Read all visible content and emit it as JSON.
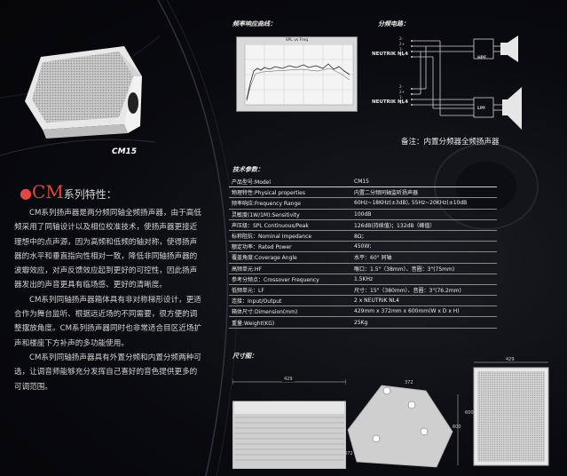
{
  "product_model": "CM15",
  "sections": {
    "freq_response": "频率响应曲线：",
    "crossover": "分频电路：",
    "specs": "技术参数：",
    "dimensions": "尺寸图："
  },
  "freq_chart_title": "SPL vs Freq",
  "crossover_labels": {
    "connector_top": "NEUTRIK NL4",
    "connector_bottom": "NEUTRIK NL4",
    "hpf": "HPF",
    "lpf": "LPF",
    "pins": [
      "2-",
      "2+",
      "1-",
      "1+"
    ],
    "note": "备注：内置分频器全频扬声器"
  },
  "features": {
    "bullet": "●",
    "title_main": "CM",
    "title_sub": "系列特性：",
    "paragraphs": [
      "CM系列扬声器是两分频同轴全频扬声器，由于高低频采用了同轴设计以及相位校准技术，使扬声器更接近理想中的点声源，因为高频和低频的轴对称，使得扬声器的水平和垂直指向性相对一致，降低非同轴扬声器的波瓣效应，对声反馈效应起到更好的可控性，因此扬声器发出的声音更具有临场感、更好的清晰度。",
      "CM系列同轴扬声器箱体具有非对称梯形设计，更适合作为舞台监听、根据远近场的不同需要，很方便的调整摆放角度。CM系列扬声器同时也非常适合目区近场扩声和楼座下方补声的多功能使用。",
      "CM系列同轴扬声器具有外置分频和内置分频两种可选，让调音师能够充分发挥自己喜好的音色提供更多的可调范围。"
    ]
  },
  "specs": [
    {
      "k": "产品型号:Model",
      "v": "CM15"
    },
    {
      "k": "物理特性:Physical properties",
      "v": "内置二分频同轴监听扬声器"
    },
    {
      "k": "频率响应:Frequency Range",
      "v": "60Hz~18KHz(±3dB), 55Hz~20KHz(±10dB"
    },
    {
      "k": "灵敏度(1W/1M):Sensitivity",
      "v": "100dB"
    },
    {
      "k": "声压级：SPL Continuous/Peak",
      "v": "126dB(持续值)；132dB（峰值）"
    },
    {
      "k": "标称阻抗：Nominal Impedance",
      "v": "8Ω；"
    },
    {
      "k": "额定功率：Rated Power",
      "v": "450W;"
    },
    {
      "k": "覆盖角度:Coverage  Angle",
      "v": "水平：60°  同轴"
    },
    {
      "k": "高频单元:HF",
      "v": "喉口：1.5\"（38mm）、音圈：3\"(75mm)"
    },
    {
      "k": "参考分频点：Crossover Frequency",
      "v": "1.5KHz"
    },
    {
      "k": "低频单元：LF",
      "v": "尺寸：15\"（380mm）、音圈：3\"(76.2mm)"
    },
    {
      "k": "连接：Input/Output",
      "v": "2 x NEUTRIK NL4"
    },
    {
      "k": "箱体尺寸:Dimension(mm)",
      "v": "429mm x 372mm x 600mm(W x D x H)"
    },
    {
      "k": "重量:Weight(KG)",
      "v": "25Kg"
    }
  ],
  "dimension_labels": {
    "front_width": "429",
    "side_top": "372",
    "side_height": "600",
    "back_width": "429",
    "back_height": "600",
    "side_bottom": "372"
  },
  "colors": {
    "accent_red": "#e04848",
    "background": "#0a0b0f"
  }
}
